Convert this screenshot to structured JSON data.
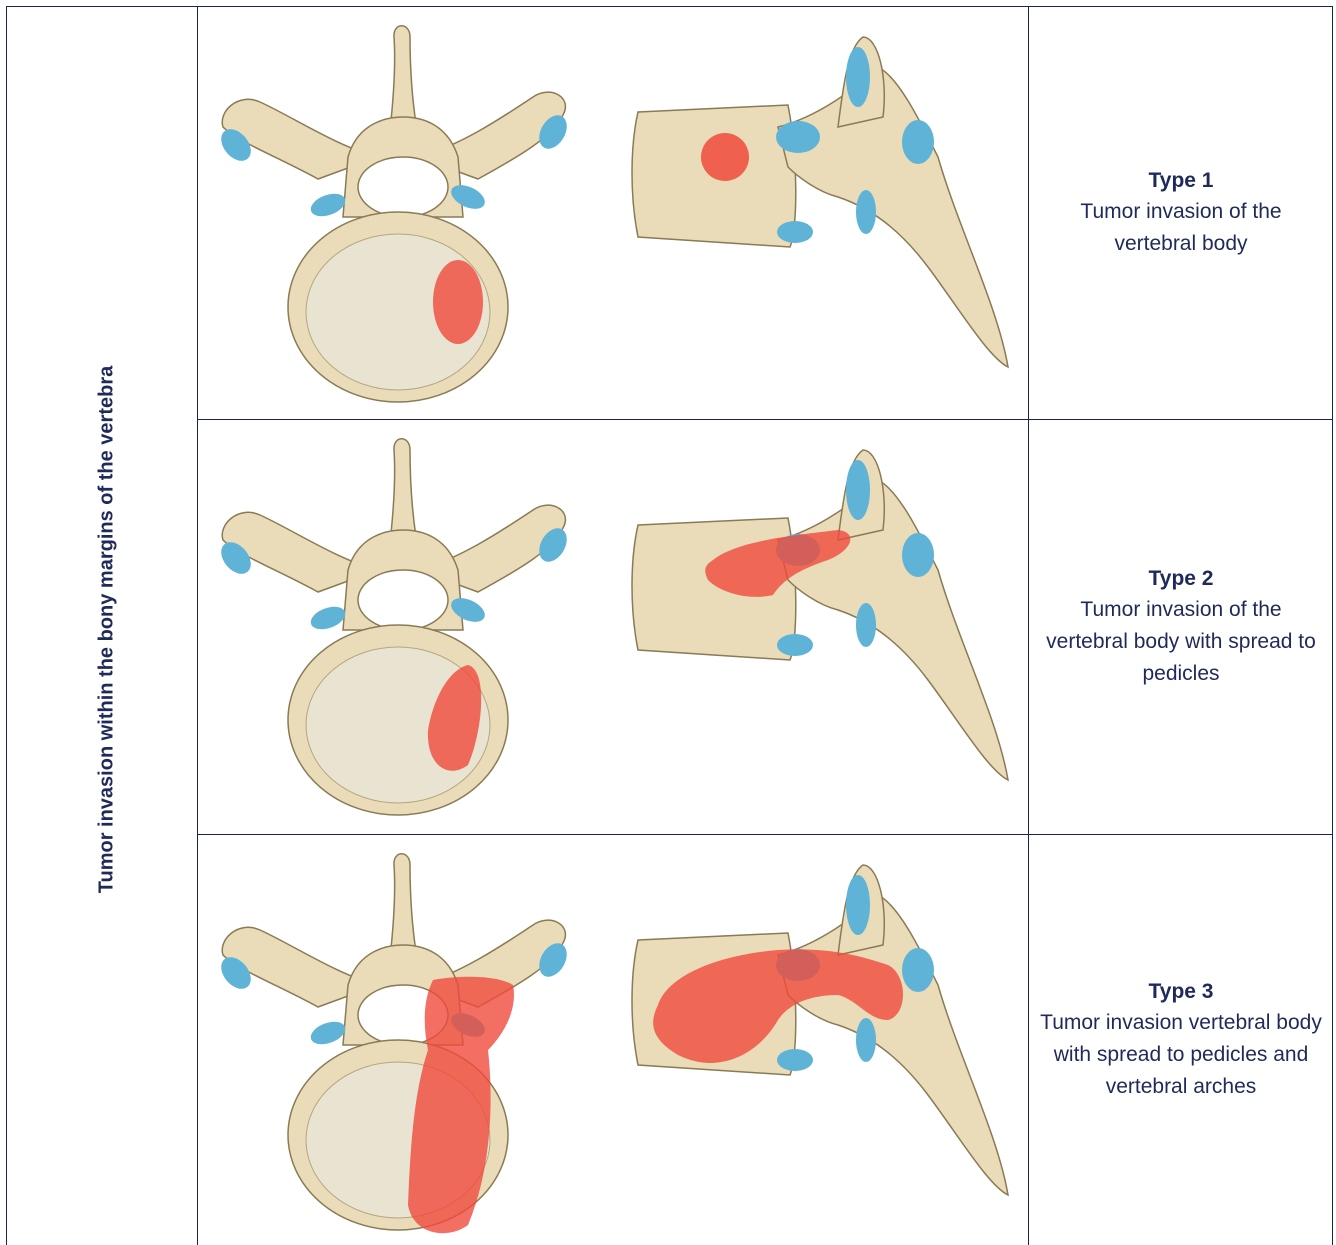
{
  "side_label": "Tumor invasion within the bony margins of the vertebra",
  "rows": [
    {
      "title": "Type 1",
      "description": "Tumor invasion of the vertebral body"
    },
    {
      "title": "Type 2",
      "description": "Tumor invasion of the vertebral body with spread to pedicles"
    },
    {
      "title": "Type 3",
      "description": "Tumor invasion vertebral body with spread to pedicles and vertebral arches"
    }
  ],
  "colors": {
    "border": "#1c2350",
    "text": "#1f2a5a",
    "bone": "#eadcb8",
    "cartilage": "#5fb3d6",
    "tumor": "#f04a3c"
  }
}
